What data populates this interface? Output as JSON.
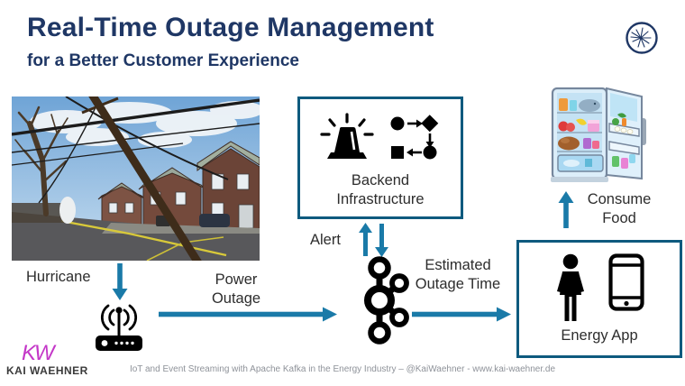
{
  "slide": {
    "title": "Real-Time Outage Management",
    "subtitle": "for a Better Customer Experience",
    "footer_text": "IoT and Event Streaming with Apache Kafka in the Energy Industry – @KaiWaehner - www.kai-waehner.de",
    "brand": {
      "mark": "KW",
      "name": "KAI WAEHNER"
    }
  },
  "labels": {
    "hurricane": "Hurricane",
    "power_outage": "Power Outage",
    "alert": "Alert",
    "estimated_outage_time": "Estimated Outage Time",
    "backend_infrastructure": "Backend Infrastructure",
    "energy_app": "Energy App",
    "consume_food": "Consume Food"
  },
  "icons": {
    "confluent_logo": "confluent-spark-in-circle",
    "photo": "fallen-power-pole-street-photo",
    "siren": "emergency-siren",
    "workflow": "process-flow-shapes",
    "kafka": "apache-kafka-logo",
    "router": "iot-gateway-antenna",
    "fridge": "open-refrigerator-with-food",
    "person": "person-silhouette",
    "phone": "smartphone-outline"
  },
  "colors": {
    "accent": "#1a7aa8",
    "border": "#0e5a7e",
    "navy": "#1f3765",
    "ink": "#2d2d2d",
    "footer_gray": "#8e9299",
    "magenta": "#c437c8"
  }
}
